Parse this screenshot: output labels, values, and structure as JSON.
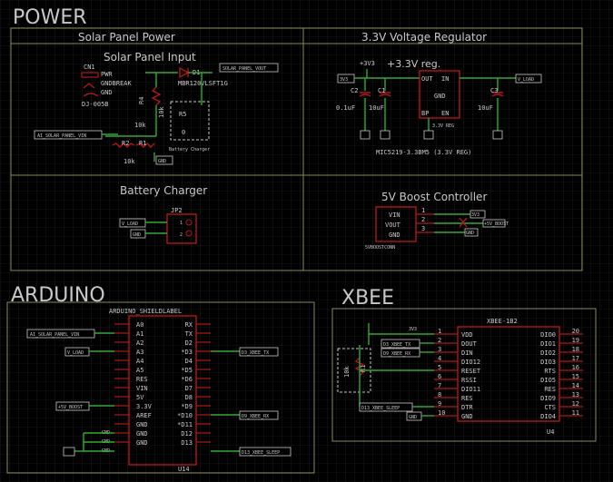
{
  "sections": {
    "power": "POWER",
    "arduino": "ARDUINO",
    "xbee": "XBEE"
  },
  "frames": {
    "solar_power": "Solar Panel Power",
    "solar_input": "Solar Panel Input",
    "regulator": "3.3V Voltage Regulator",
    "charger": "Battery Charger",
    "boost": "5V Boost Controller"
  },
  "solar": {
    "conn_name": "CN1",
    "conn_pwr": "PWR",
    "conn_gndbreak": "GNDBREAK",
    "conn_gnd": "GND",
    "conn_part": "DJ-005B",
    "diode_name": "D1",
    "diode_part": "MBR120VLSFT1G",
    "net_vout": "SOLAR_PANEL_VOUT",
    "net_vin": "AI_SOLAR_PANEL_VIN",
    "r4": "R4",
    "r4_val": "10k",
    "r5": "R5",
    "r5_val": "0",
    "r2": "R2",
    "r1": "R1",
    "r1_val": "10k",
    "charger_tag": "Battery Charger",
    "gnd": "GND"
  },
  "regulator": {
    "net_33": "3V3",
    "header": "+3.3V reg.",
    "c2": "C2",
    "c2_val": "0.1uF",
    "c1": "C1",
    "c1_val": "10uF",
    "c3": "C3",
    "c3_val": "10uF",
    "pin_out": "OUT",
    "pin_in": "IN",
    "pin_gnd": "GND",
    "pin_bp": "BP",
    "pin_en": "EN",
    "part_ref": "3.3V REG",
    "part_desc": "MIC5219-3.3BM5 (3.3V REG)",
    "net_vload": "V_LOAD",
    "supply": "+3V3"
  },
  "charger": {
    "jp": "JP2",
    "net_vload": "V_LOAD",
    "gnd": "GND"
  },
  "boost": {
    "vin": "VIN",
    "vout": "VOUT",
    "gnd": "GND",
    "name": "5VBOOSTCONN",
    "net_boost": "+5V_BOOST",
    "net_33": "3V3"
  },
  "arduino": {
    "label": "ARDUINO_SHIELDLABEL",
    "ref": "U14",
    "left_pins": [
      "A0",
      "A1",
      "A2",
      "A3",
      "A4",
      "A5",
      "RES",
      "VIN",
      "5V",
      "3.3V",
      "AREF",
      "GND",
      "GND",
      "GND"
    ],
    "right_pins": [
      "RX",
      "TX",
      "D2",
      "*D3",
      "D4",
      "*D5",
      "*D6",
      "D7",
      "D8",
      "*D9",
      "*D10",
      "*D11",
      "D12",
      "D13"
    ],
    "net_solar": "AI_SOLAR_PANEL_VIN",
    "net_vload": "V_LOAD",
    "net_boost": "+5V_BOOST",
    "net_d3": "D3_XBEE_TX",
    "net_d9": "D9_XBEE_RX",
    "net_d13": "D13_XBEE_SLEEP",
    "gnd": "GND"
  },
  "xbee": {
    "label": "XBEE-1B2",
    "ref": "U4",
    "supply": "3V3",
    "left_pins": [
      "VDD",
      "DOUT",
      "DIN",
      "DIO12",
      "RESET",
      "RSSI",
      "DIO11",
      "RES",
      "DTR",
      "GND"
    ],
    "right_pins": [
      "DIO0",
      "DIO1",
      "DIO2",
      "DIO3",
      "RTS",
      "DIO5",
      "RES",
      "DIO9",
      "CTS",
      "DIO4"
    ],
    "left_nums": [
      "1",
      "2",
      "3",
      "4",
      "5",
      "6",
      "7",
      "8",
      "9",
      "10"
    ],
    "right_nums": [
      "20",
      "19",
      "18",
      "17",
      "16",
      "15",
      "14",
      "13",
      "12",
      "11"
    ],
    "net_tx": "D3_XBEE_TX",
    "net_rx": "D9_XBEE_RX",
    "net_sleep": "D13_XBEE_SLEEP",
    "r": "R1",
    "r_val": "10k",
    "gnd": "GND"
  }
}
